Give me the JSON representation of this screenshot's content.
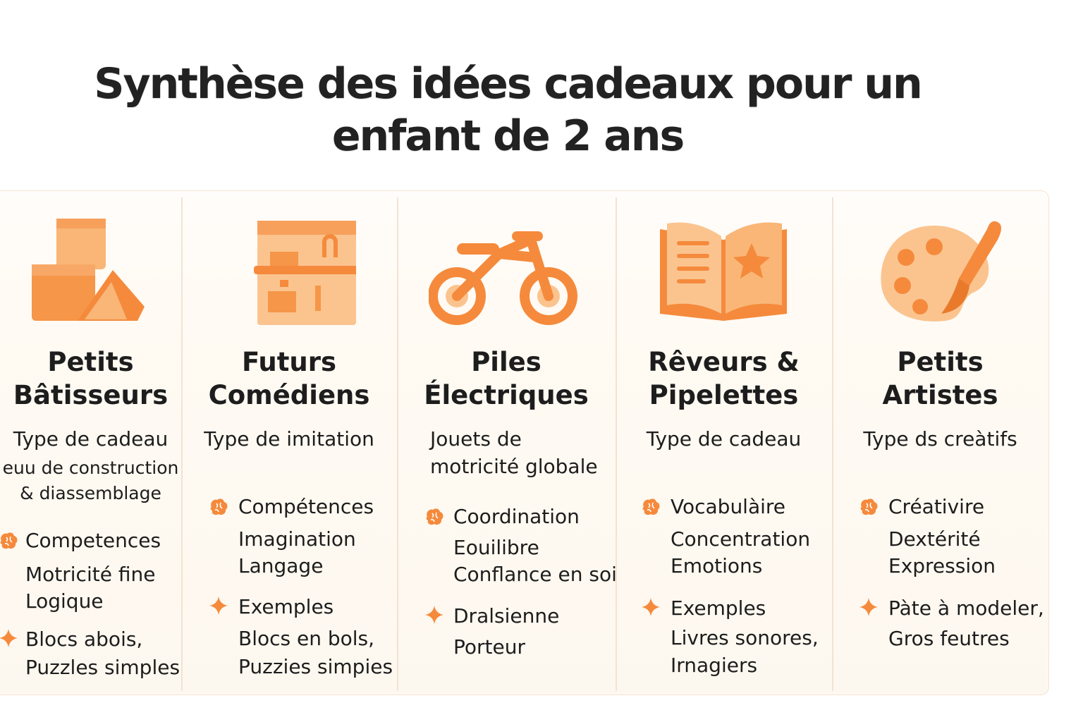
{
  "title_lines": [
    "Synthèse des idées cadeaux pour un",
    "enfant de 2 ans"
  ],
  "accent_color": "#f58a3c",
  "icons": {
    "competence": "brain-icon",
    "example": "sparkle-icon"
  },
  "columns": [
    {
      "icon": "building-blocks-icon",
      "title_lines": [
        "Petits",
        "Bâtisseurs"
      ],
      "subtitle_lines": [
        "Type de cadeau",
        "euu de construction",
        "& diassemblage"
      ],
      "competence_lines": [
        "Competences",
        "Motricité fine",
        "Logique"
      ],
      "example_lines": [
        "Blocs abois,",
        "Puzzles simples"
      ]
    },
    {
      "icon": "play-kitchen-icon",
      "title_lines": [
        "Futurs",
        "Comédiens"
      ],
      "subtitle_lines": [
        "Type de imitation"
      ],
      "competence_lines": [
        "Compétences",
        "Imagination",
        "Langage"
      ],
      "example_lines": [
        "Exemples",
        "Blocs en bols,",
        "Puzzies simpies"
      ]
    },
    {
      "icon": "balance-bike-icon",
      "title_lines": [
        "Piles",
        "Électriques"
      ],
      "subtitle_lines": [
        "Jouets de",
        "motricité globale"
      ],
      "competence_lines": [
        "Coordination",
        "Eouilibre",
        "Conflance en soi"
      ],
      "example_lines": [
        "Dralsienne",
        "Porteur"
      ]
    },
    {
      "icon": "open-book-icon",
      "title_lines": [
        "Rêveurs &",
        "Pipelettes"
      ],
      "subtitle_lines": [
        "Type de cadeau"
      ],
      "competence_lines": [
        "Vocabulàire",
        "Concentration",
        "Emotions"
      ],
      "example_lines": [
        "Exemples",
        "Livres sonores,",
        "Irnagiers"
      ]
    },
    {
      "icon": "paint-palette-icon",
      "title_lines": [
        "Petits",
        "Artistes"
      ],
      "subtitle_lines": [
        "Type ds creàtifs"
      ],
      "competence_lines": [
        "Créativire",
        "Dextérité",
        "Expression"
      ],
      "example_lines": [
        "Pàte à modeler,",
        "Gros feutres"
      ]
    }
  ]
}
